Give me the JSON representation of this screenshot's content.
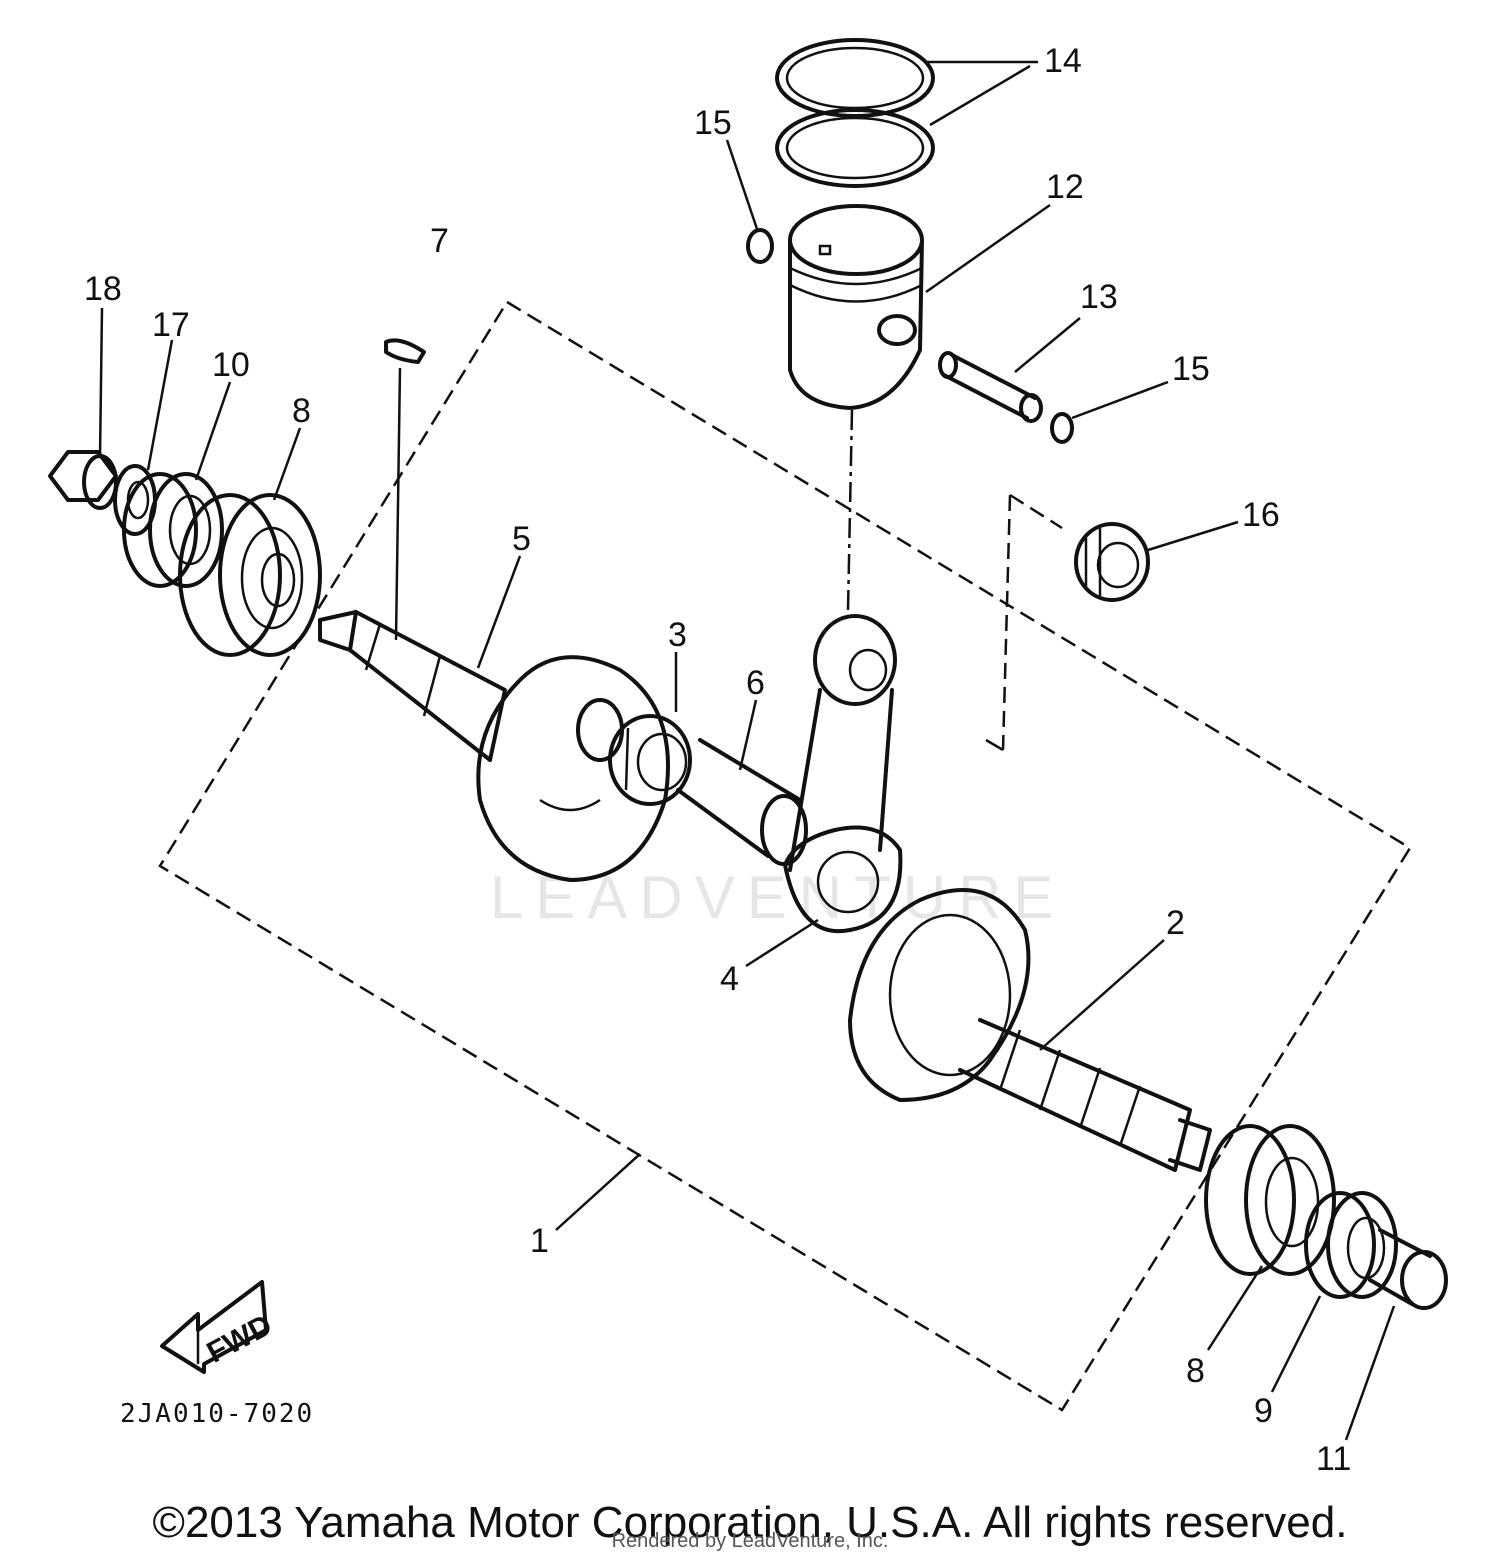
{
  "diagram": {
    "callouts": [
      "1",
      "2",
      "3",
      "4",
      "5",
      "6",
      "7",
      "8",
      "8",
      "9",
      "10",
      "11",
      "12",
      "13",
      "14",
      "15",
      "15",
      "16",
      "17",
      "18"
    ],
    "part_code": "2JA010-7020",
    "direction_label": "FWD",
    "watermark": "LEADVENTURE"
  },
  "footer": {
    "copyright": "©2013 Yamaha Motor Corporation, U.S.A. All rights reserved.",
    "rendered_by": "Rendered by LeadVenture, Inc."
  }
}
